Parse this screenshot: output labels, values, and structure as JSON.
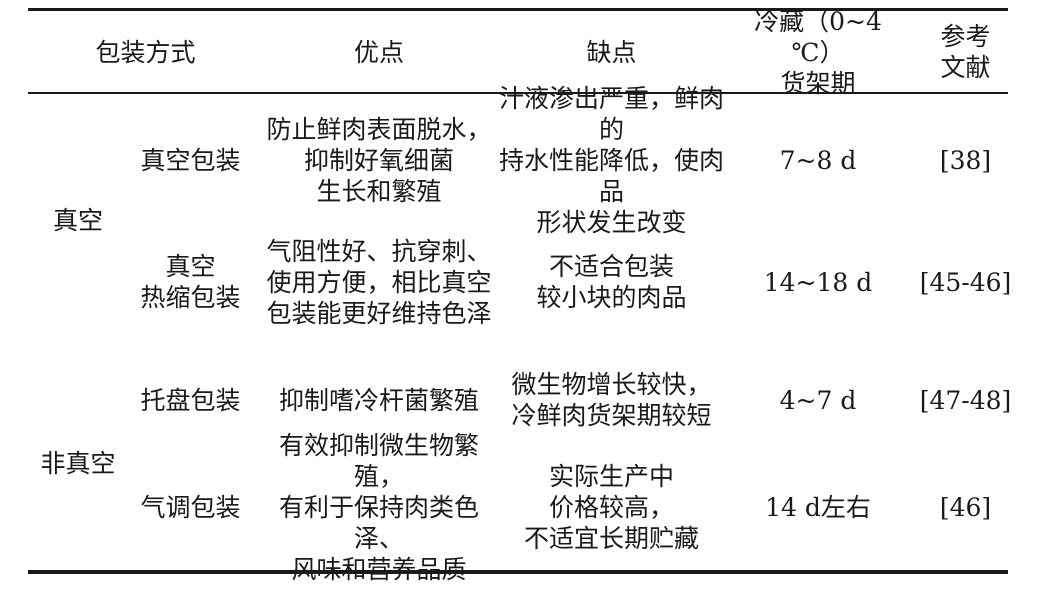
{
  "table": {
    "headers": {
      "method": "包装方式",
      "advantages": "优点",
      "disadvantages": "缺点",
      "shelf_life": "冷藏（0~4 ℃）\n货架期",
      "reference": "参考\n文献"
    },
    "groups": [
      {
        "label": "真空"
      },
      {
        "label": "非真空"
      }
    ],
    "rows": [
      {
        "method": "真空包装",
        "advantages": "防止鲜肉表面脱水，\n抑制好氧细菌\n生长和繁殖",
        "disadvantages": "汁液渗出严重，鲜肉的\n持水性能降低，使肉品\n形状发生改变",
        "shelf_life": "7~8 d",
        "reference": "[38]"
      },
      {
        "method": "真空\n热缩包装",
        "advantages": "气阻性好、抗穿刺、\n使用方便，相比真空\n包装能更好维持色泽",
        "disadvantages": "不适合包装\n较小块的肉品",
        "shelf_life": "14~18 d",
        "reference": "[45-46]"
      },
      {
        "method": "托盘包装",
        "advantages": "抑制嗜冷杆菌繁殖",
        "disadvantages": "微生物增长较快，\n冷鲜肉货架期较短",
        "shelf_life": "4~7 d",
        "reference": "[47-48]"
      },
      {
        "method": "气调包装",
        "advantages": "有效抑制微生物繁殖，\n有利于保持肉类色泽、\n风味和营养品质",
        "disadvantages": "实际生产中\n价格较高，\n不适宜长期贮藏",
        "shelf_life": "14 d左右",
        "reference": "[46]"
      }
    ]
  }
}
